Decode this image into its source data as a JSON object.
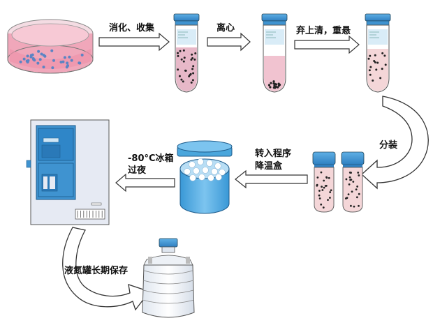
{
  "steps": {
    "digest_collect": "消化、收集",
    "centrifuge": "离心",
    "discard_resuspend": "弃上清，重悬",
    "aliquot": "分装",
    "transfer_box_line1": "转入程序",
    "transfer_box_line2": "降温盒",
    "freezer_line1": "-80°C冰箱",
    "freezer_line2": "过夜",
    "liquid_nitrogen": "液氮罐长期保存"
  },
  "colors": {
    "medium_pink": "#e9a8b8",
    "cell_dot": "#5b84c4",
    "tube_cap": "#3f93d0",
    "tube_label": "#d9ecf7",
    "freezer_body": "#e4e8f2",
    "freezer_panel": "#3f93d0",
    "cooling_box": "#4aa6dc",
    "arrow_stroke": "#333333"
  }
}
